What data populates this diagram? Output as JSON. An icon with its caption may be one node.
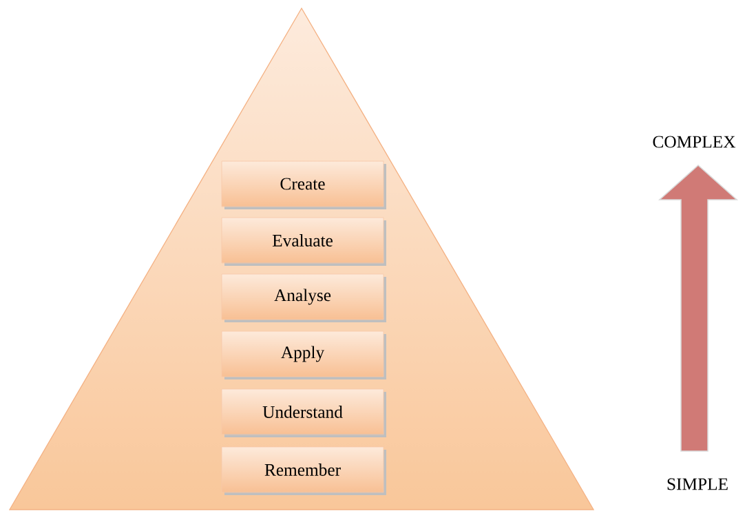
{
  "diagram": {
    "nodes": [
      {
        "text": [],
        "shape": "triangle"
      },
      {
        "text": [
          "Create"
        ],
        "in": 0
      },
      {
        "text": [
          "Evaluate"
        ],
        "in": 0
      },
      {
        "text": [
          "Analyse"
        ],
        "in": 0
      },
      {
        "text": [
          "Apply"
        ],
        "in": 0
      },
      {
        "text": [
          "Understand"
        ],
        "in": 0
      },
      {
        "text": [
          "Remember"
        ],
        "in": 0
      }
    ],
    "labels": [
      "COMPLEX",
      "SIMPLE"
    ]
  }
}
